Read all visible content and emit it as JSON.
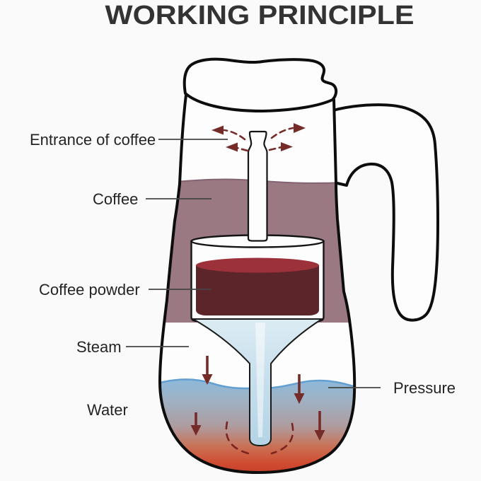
{
  "title": "WORKING PRINCIPLE",
  "labels": {
    "entrance_of_coffee": "Entrance of coffee",
    "coffee": "Coffee",
    "coffee_powder": "Coffee powder",
    "steam": "Steam",
    "water": "Water",
    "pressure": "Pressure"
  },
  "colors": {
    "background": "#fbfafa",
    "title_text": "#333333",
    "label_text": "#242424",
    "leader_line": "#454545",
    "pot_outline": "#0d0d0d",
    "coffee_layer": "#9a7983",
    "coffee_layer_edge": "#826371",
    "coffee_powder_top": "#9c3139",
    "coffee_powder_body": "#5c252a",
    "funnel_blue_light": "#dcecf4",
    "funnel_blue": "#b4d3e5",
    "water_blue": "#8cb9dc",
    "water_red": "#d04a31",
    "water_surface_line": "#639fd0",
    "arrow_maroon": "#752c28",
    "boil_dash_maroon": "#7a231f"
  }
}
